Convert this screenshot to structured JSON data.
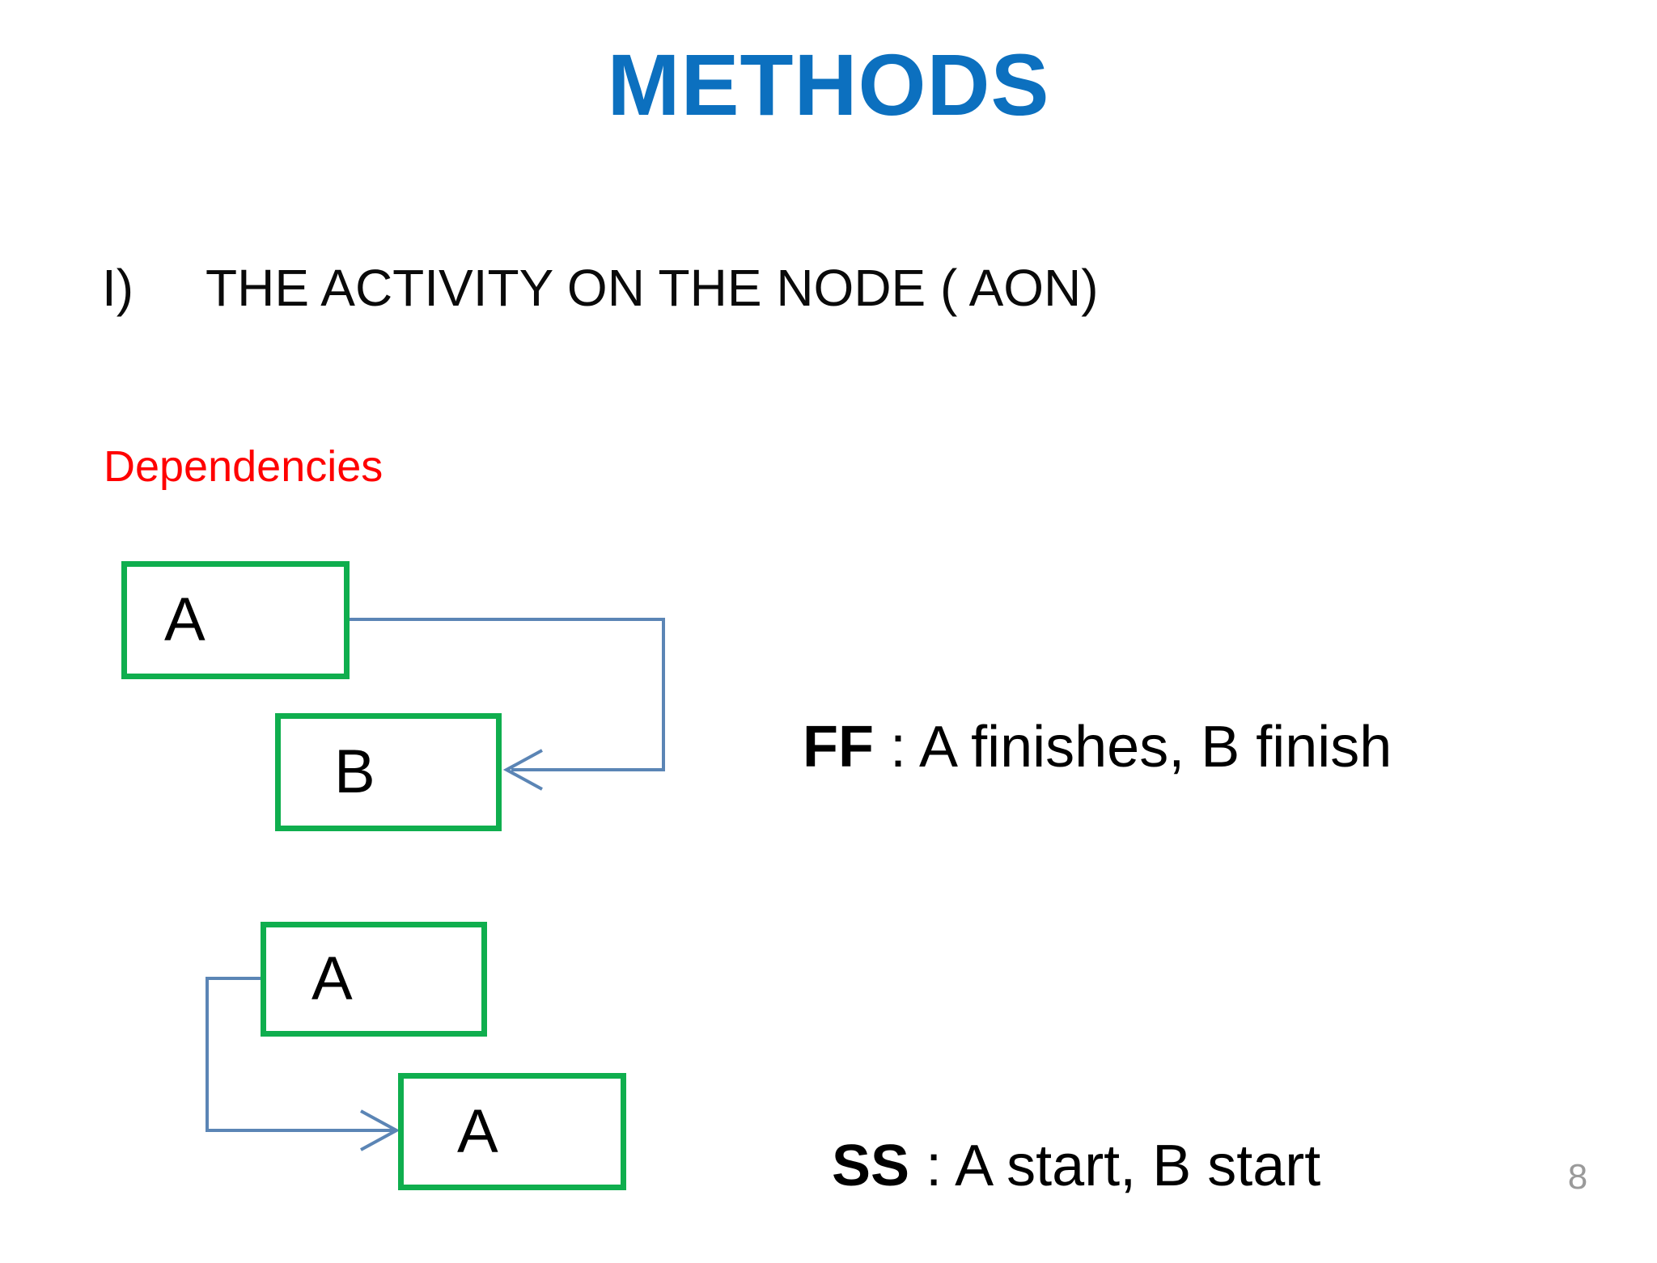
{
  "slide": {
    "title": "METHODS",
    "page_number": "8",
    "accent_color": "#0c70bf",
    "node_border_color": "#0fae4e",
    "connector_color": "#5b85b5",
    "label_color": "#ff0000"
  },
  "heading": {
    "marker": "I)",
    "text": "THE ACTIVITY ON THE NODE ( AON)"
  },
  "section": {
    "label": "Dependencies"
  },
  "diagrams": [
    {
      "id": "ff",
      "nodes": [
        {
          "label": "A"
        },
        {
          "label": "B"
        }
      ],
      "caption_code": "FF",
      "caption_rest": " : A finishes, B finish"
    },
    {
      "id": "ss",
      "nodes": [
        {
          "label": "A"
        },
        {
          "label": "A"
        }
      ],
      "caption_code": "SS",
      "caption_rest": " : A start, B start"
    }
  ]
}
